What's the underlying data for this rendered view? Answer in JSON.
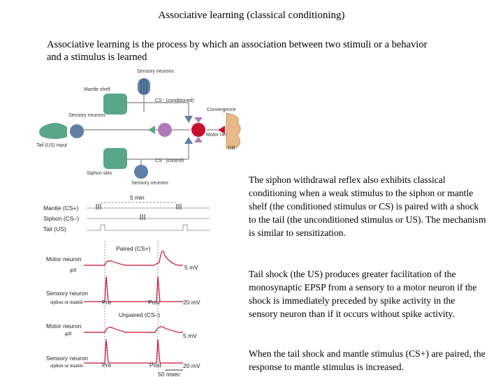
{
  "title": "Associative learning (classical conditioning)",
  "intro": "Associative learning is the process by which an association between two stimuli or a behavior and a stimulus is learned",
  "paragraphs": [
    "The siphon withdrawal reflex also exhibits classical conditioning when a weak stimulus to the siphon or mantle shelf (the conditioned stimulus or CS) is paired with a shock to the tail (the unconditioned stimulus or US). The mechanism is similar to sensitization.",
    "Tail shock (the US) produces greater facilitation of the monosynaptic EPSP from a sensory to a motor neuron if the shock is immediately preceded by spike activity in the sensory neuron than if it occurs without spike activity.",
    "When the tail shock and mantle stimulus (CS+) are paired, the response to mantle stimulus is increased."
  ],
  "circuit": {
    "sensory_neurons_top": "Sensory neurons",
    "mantle_shelf": "Mantle shelf",
    "cs_plus": "CS⁺ (conditioned)",
    "convergence": "Convergence",
    "sensory_neurons_left": "Sensory neurons",
    "tail_input": "Tail (US) input",
    "motor_neurons": "Motor neurons",
    "gill": "Gill",
    "cs_minus": "CS⁻ (control)",
    "siphon_skin": "Siphon skin",
    "sensory_neurons_bottom": "Sensory neurons"
  },
  "protocol": {
    "time_label": "5 min",
    "rows": [
      "Mantle (CS+)",
      "Siphon (CS–)",
      "Tail (US)"
    ]
  },
  "traces": {
    "paired": "Paired (CS+)",
    "unpaired": "Unpaired (CS–)",
    "motor_neuron": "Motor neuron",
    "sensory_neuron": "Sensory neuron",
    "pre": "Pre",
    "post": "Post",
    "scale_mv5": "5 mV",
    "scale_mv20": "20 mV",
    "scale_ms": "50 msec",
    "gill_tag": "gill",
    "siphon_tag": "siphon or mantle"
  },
  "colors": {
    "mantle_teal": "#5aa68a",
    "sensory_gray_blue": "#5f7fa6",
    "interneuron_purple": "#b07ab8",
    "motor_red": "#c8102e",
    "gill_tan": "#e8b98a",
    "trace_red": "#c8102e"
  }
}
